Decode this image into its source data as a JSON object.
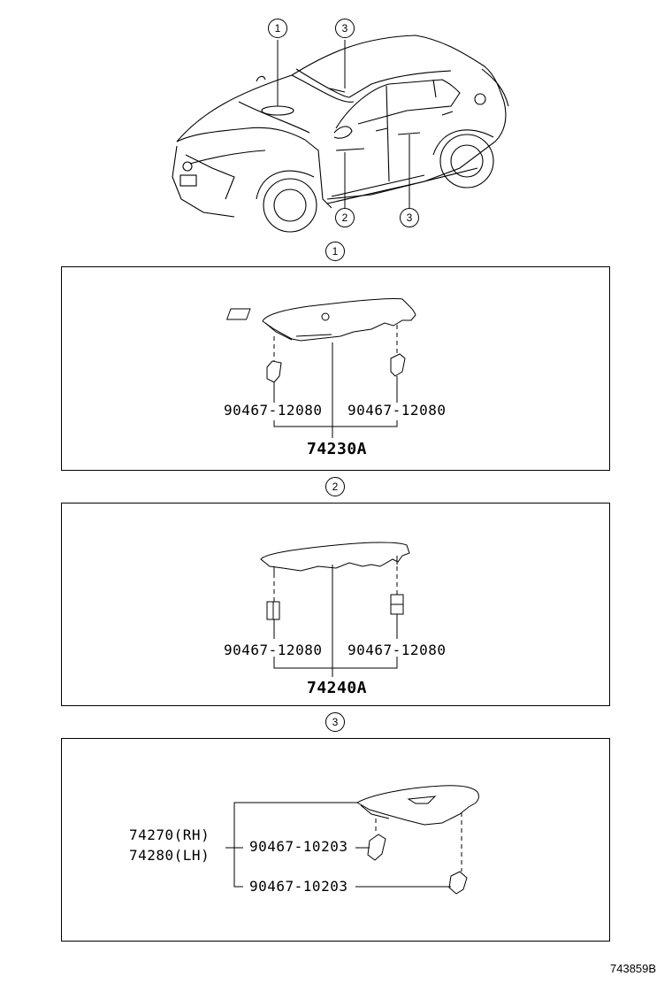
{
  "overview": {
    "callouts": [
      {
        "label": "1",
        "target": "roof-console-area"
      },
      {
        "label": "3",
        "target": "front-door-upper"
      },
      {
        "label": "2",
        "target": "front-door-armrest"
      },
      {
        "label": "3",
        "target": "rear-door-armrest"
      }
    ]
  },
  "sections": [
    {
      "callout": "1",
      "clips": [
        "90467-12080",
        "90467-12080"
      ],
      "main_part": "74230A"
    },
    {
      "callout": "2",
      "clips": [
        "90467-12080",
        "90467-12080"
      ],
      "main_part": "74240A"
    },
    {
      "callout": "3",
      "main_part_rh": "74270(RH)",
      "main_part_lh": "74280(LH)",
      "clips": [
        "90467-10203",
        "90467-10203"
      ]
    }
  ],
  "figure_id": "743859B",
  "colors": {
    "line": "#000000",
    "background": "#ffffff"
  }
}
